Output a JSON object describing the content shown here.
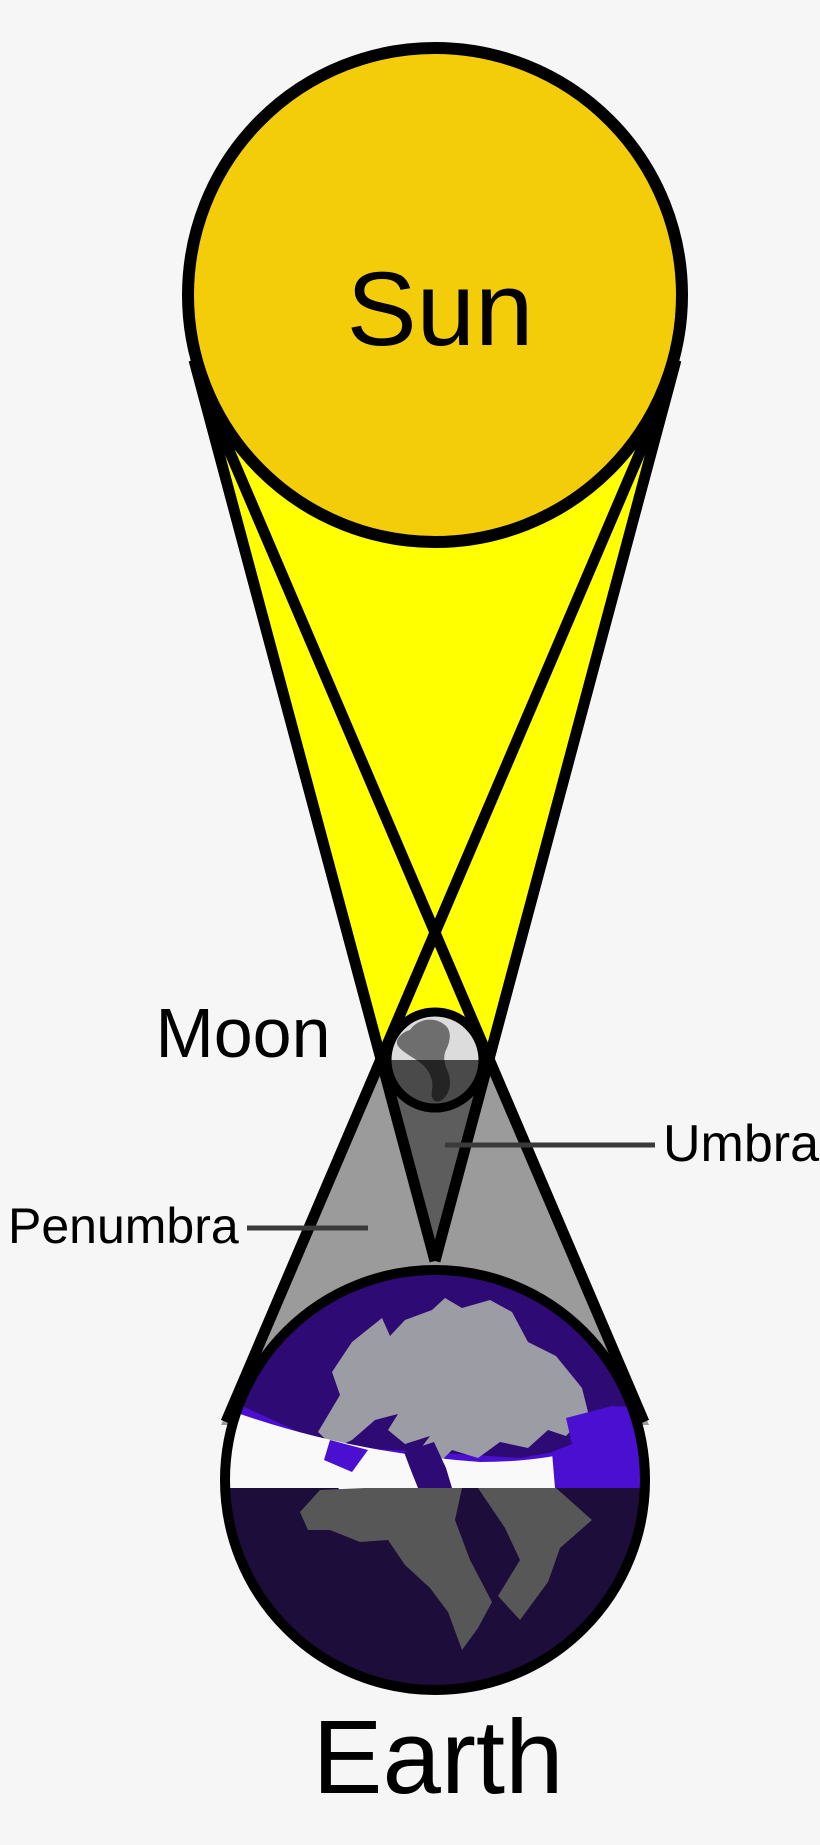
{
  "diagram": {
    "title_semantic": "Solar eclipse geometry diagram",
    "labels": {
      "sun": "Sun",
      "moon": "Moon",
      "umbra": "Umbra",
      "penumbra": "Penumbra",
      "earth": "Earth"
    },
    "colors": {
      "background": "#f6f6f6",
      "outline": "#000000",
      "sun_fill": "#f3cd0a",
      "beam_yellow": "#ffff00",
      "penumbra_gray": "#9b9b9b",
      "umbra_gray": "#5d5d5d",
      "earth_day_purple": "#4a0fd0",
      "earth_shadowed_purple": "#2e0b74",
      "earth_night_navy": "#1c0d3a",
      "continent_gray": "#9c9ca4",
      "continent_night_gray": "#575757",
      "cloud_band_white": "#f9f9f9",
      "moon_light": "#dcdcdc",
      "moon_dark": "#4a4a4a",
      "moon_land_light": "#6e6e6e",
      "moon_land_dark": "#242424",
      "leader_line": "#3a3a3a",
      "label_text": "#000000"
    }
  }
}
